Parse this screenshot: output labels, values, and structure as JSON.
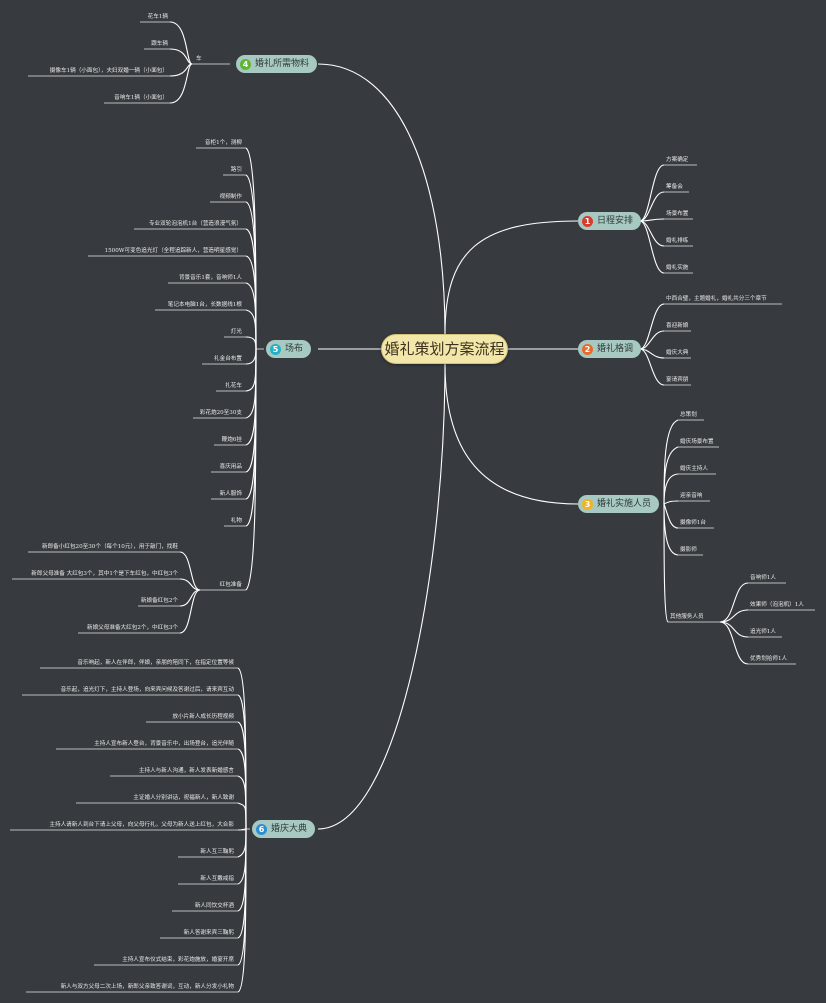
{
  "root": {
    "label": "婚礼策划方案流程"
  },
  "colors": {
    "background": "#373b3f",
    "root_fill": "#f2e6a8",
    "branch_fill": "#a7c9c1",
    "link": "#ffffff"
  },
  "branches": {
    "schedule": {
      "num": "1",
      "label": "日程安排",
      "badge_color": "#d93a2b",
      "items": [
        "方案确定",
        "筹备会",
        "场景布置",
        "婚礼排练",
        "婚礼实施"
      ]
    },
    "style": {
      "num": "2",
      "label": "婚礼格调",
      "badge_color": "#ea6a2a",
      "items": [
        "中西合璧，主题婚礼，婚礼共分三个章节",
        "喜迎新娘",
        "婚庆大典",
        "宴请宾朋"
      ]
    },
    "staff": {
      "num": "3",
      "label": "婚礼实施人员",
      "badge_color": "#f0b323",
      "items": [
        "总策划",
        "婚庆场景布置",
        "婚庆主持人",
        "迎亲音响",
        "摄像师1台",
        "摄影师"
      ],
      "other": {
        "label": "其他服务人员",
        "items": [
          "音响师1人",
          "效果师（泡泡机）1人",
          "追光师1人",
          "优秀划拾师1人"
        ]
      }
    },
    "materials": {
      "num": "4",
      "label": "婚礼所需物料",
      "badge_color": "#5fb534",
      "car": {
        "label": "车",
        "items": [
          "花车1辆",
          "跟车辆",
          "摄像车1辆（小面包），夫妇双婚一辆（小面包）",
          "音响车1辆（小面包）"
        ]
      }
    },
    "venue": {
      "num": "5",
      "label": "场布",
      "badge_color": "#20b3c7",
      "items": [
        "音柜1个，测柳",
        "路引",
        "视频制作",
        "专业双轮泡泡机1台（营造浪漫气氛）",
        "1500W可变色追光灯（全程追踪新人，营造明星感觉）",
        "背景音乐1套，音响师1人",
        "笔记本电脑1台，长数据线1根",
        "灯光",
        "礼金台布置",
        "扎花车",
        "彩花炮20至30支",
        "鞭炮6挂",
        "喜庆用品",
        "新人服饰",
        "礼物"
      ],
      "redpacket": {
        "label": "红包准备",
        "items": [
          "新郎备小红包20至30个（每个10元），用于敲门，找鞋",
          "新郎父母准备 大红包3个，其中1个是下车红包，中红包3个",
          "新娘备红包2个",
          "新娘父母准备大红包2个，中红包3个"
        ]
      }
    },
    "ceremony": {
      "num": "6",
      "label": "婚庆大典",
      "badge_color": "#2a8fd6",
      "items": [
        "音乐响起，新人在伴郎，伴娘，亲朋的陪同下，在指定位置等候",
        "音乐起，追光灯下，主持人登场，向来宾问候及答谢过后，请来宾互动",
        "放小片新人成长历程视频",
        "主持人宣布新人登台，背景音乐中，出场登台，追光伴随",
        "主持人与新人沟通，新人发表新婚感言",
        "主证婚人分别讲话，祝福新人，新人致谢",
        "主持人请新人到台下请上父母，向父母行礼，父母为新人送上红包，大合影",
        "新人互三鞠躬",
        "新人互戴戒指",
        "新人同饮交杯酒",
        "新人答谢来宾三鞠躬",
        "主持人宣布仪式结束，彩花炮施放，婚宴开席",
        "新人与双方父母二次上场，新郎父亲致答谢词，互动，新人分发小礼物"
      ]
    }
  }
}
